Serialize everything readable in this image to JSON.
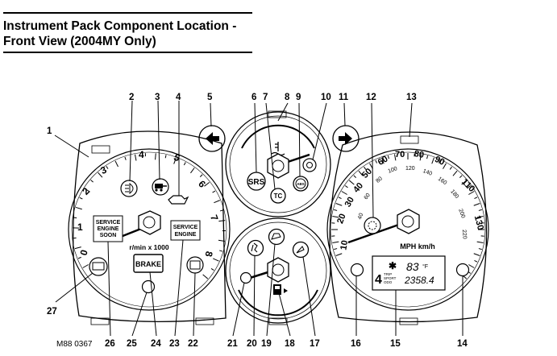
{
  "title": {
    "line1": "Instrument Pack Component Location -",
    "line2": "Front View (2004MY Only)"
  },
  "figure_ref": "M88 0367",
  "callouts": {
    "c1": "1",
    "c2": "2",
    "c3": "3",
    "c4": "4",
    "c5": "5",
    "c6": "6",
    "c7": "7",
    "c8": "8",
    "c9": "9",
    "c10": "10",
    "c11": "11",
    "c12": "12",
    "c13": "13",
    "c14": "14",
    "c15": "15",
    "c16": "16",
    "c17": "17",
    "c18": "18",
    "c19": "19",
    "c20": "20",
    "c21": "21",
    "c22": "22",
    "c23": "23",
    "c24": "24",
    "c25": "25",
    "c26": "26",
    "c27": "27"
  },
  "tachometer": {
    "unit_label": "r/min x 1000",
    "scale": [
      "0",
      "1",
      "2",
      "3",
      "4",
      "5",
      "6",
      "7",
      "8"
    ],
    "service_soon": [
      "SERVICE",
      "ENGINE",
      "SOON"
    ],
    "service_engine": [
      "SERVICE",
      "ENGINE"
    ],
    "brake": "BRAKE"
  },
  "temp_gauge": {
    "srs": "SRS",
    "tc": "TC",
    "abs": "ABS"
  },
  "speedometer": {
    "unit_label": "MPH km/h",
    "mph_scale": [
      "10",
      "20",
      "30",
      "40",
      "50",
      "60",
      "70",
      "80",
      "90",
      "110",
      "130"
    ],
    "kmh_scale": [
      "40",
      "60",
      "80",
      "100",
      "120",
      "140",
      "160",
      "180",
      "200",
      "220"
    ],
    "display_temp": "83",
    "display_temp_unit": "°F",
    "display_odo": "2358.4",
    "display_gear": "4",
    "display_modes": [
      "TRIP",
      "SPORT",
      "ODO"
    ]
  }
}
